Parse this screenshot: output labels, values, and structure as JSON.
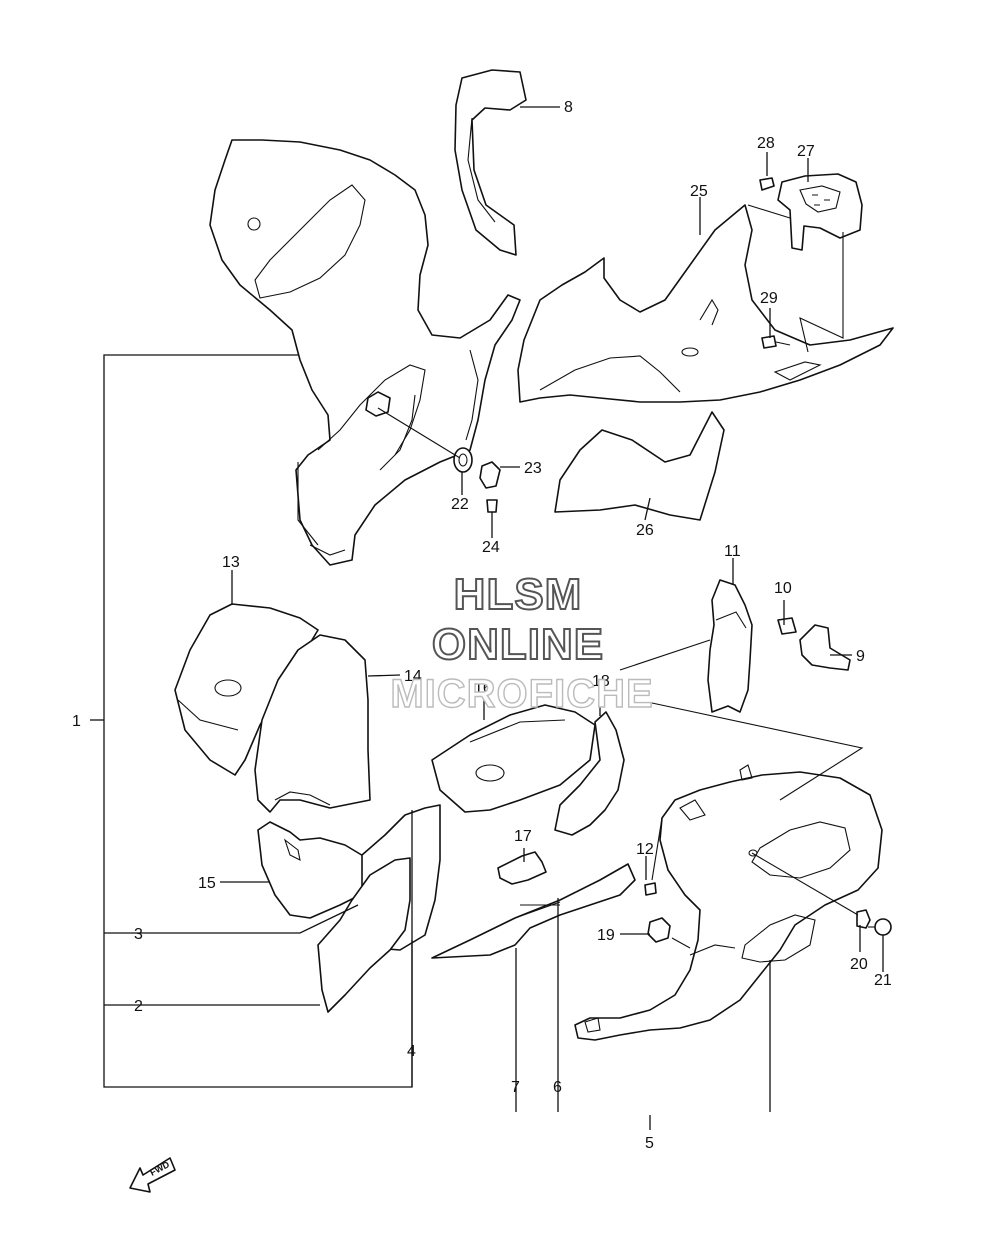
{
  "watermark": {
    "line1": "HLSM",
    "line2": "ONLINE",
    "line3": "MICROFICHE"
  },
  "fwd_label": "FWD",
  "callouts": [
    {
      "id": "1",
      "text": "1"
    },
    {
      "id": "2",
      "text": "2"
    },
    {
      "id": "3",
      "text": "3"
    },
    {
      "id": "4",
      "text": "4"
    },
    {
      "id": "5",
      "text": "5"
    },
    {
      "id": "6",
      "text": "6"
    },
    {
      "id": "7",
      "text": "7"
    },
    {
      "id": "8",
      "text": "8"
    },
    {
      "id": "9",
      "text": "9"
    },
    {
      "id": "10",
      "text": "10"
    },
    {
      "id": "11",
      "text": "11"
    },
    {
      "id": "12",
      "text": "12"
    },
    {
      "id": "13",
      "text": "13"
    },
    {
      "id": "14",
      "text": "14"
    },
    {
      "id": "15",
      "text": "15"
    },
    {
      "id": "16",
      "text": "16"
    },
    {
      "id": "17",
      "text": "17"
    },
    {
      "id": "18",
      "text": "18"
    },
    {
      "id": "19",
      "text": "19"
    },
    {
      "id": "20",
      "text": "20"
    },
    {
      "id": "21",
      "text": "21"
    },
    {
      "id": "22",
      "text": "22"
    },
    {
      "id": "23",
      "text": "23"
    },
    {
      "id": "24",
      "text": "24"
    },
    {
      "id": "25",
      "text": "25"
    },
    {
      "id": "26",
      "text": "26"
    },
    {
      "id": "27",
      "text": "27"
    },
    {
      "id": "28",
      "text": "28"
    },
    {
      "id": "29",
      "text": "29"
    }
  ]
}
